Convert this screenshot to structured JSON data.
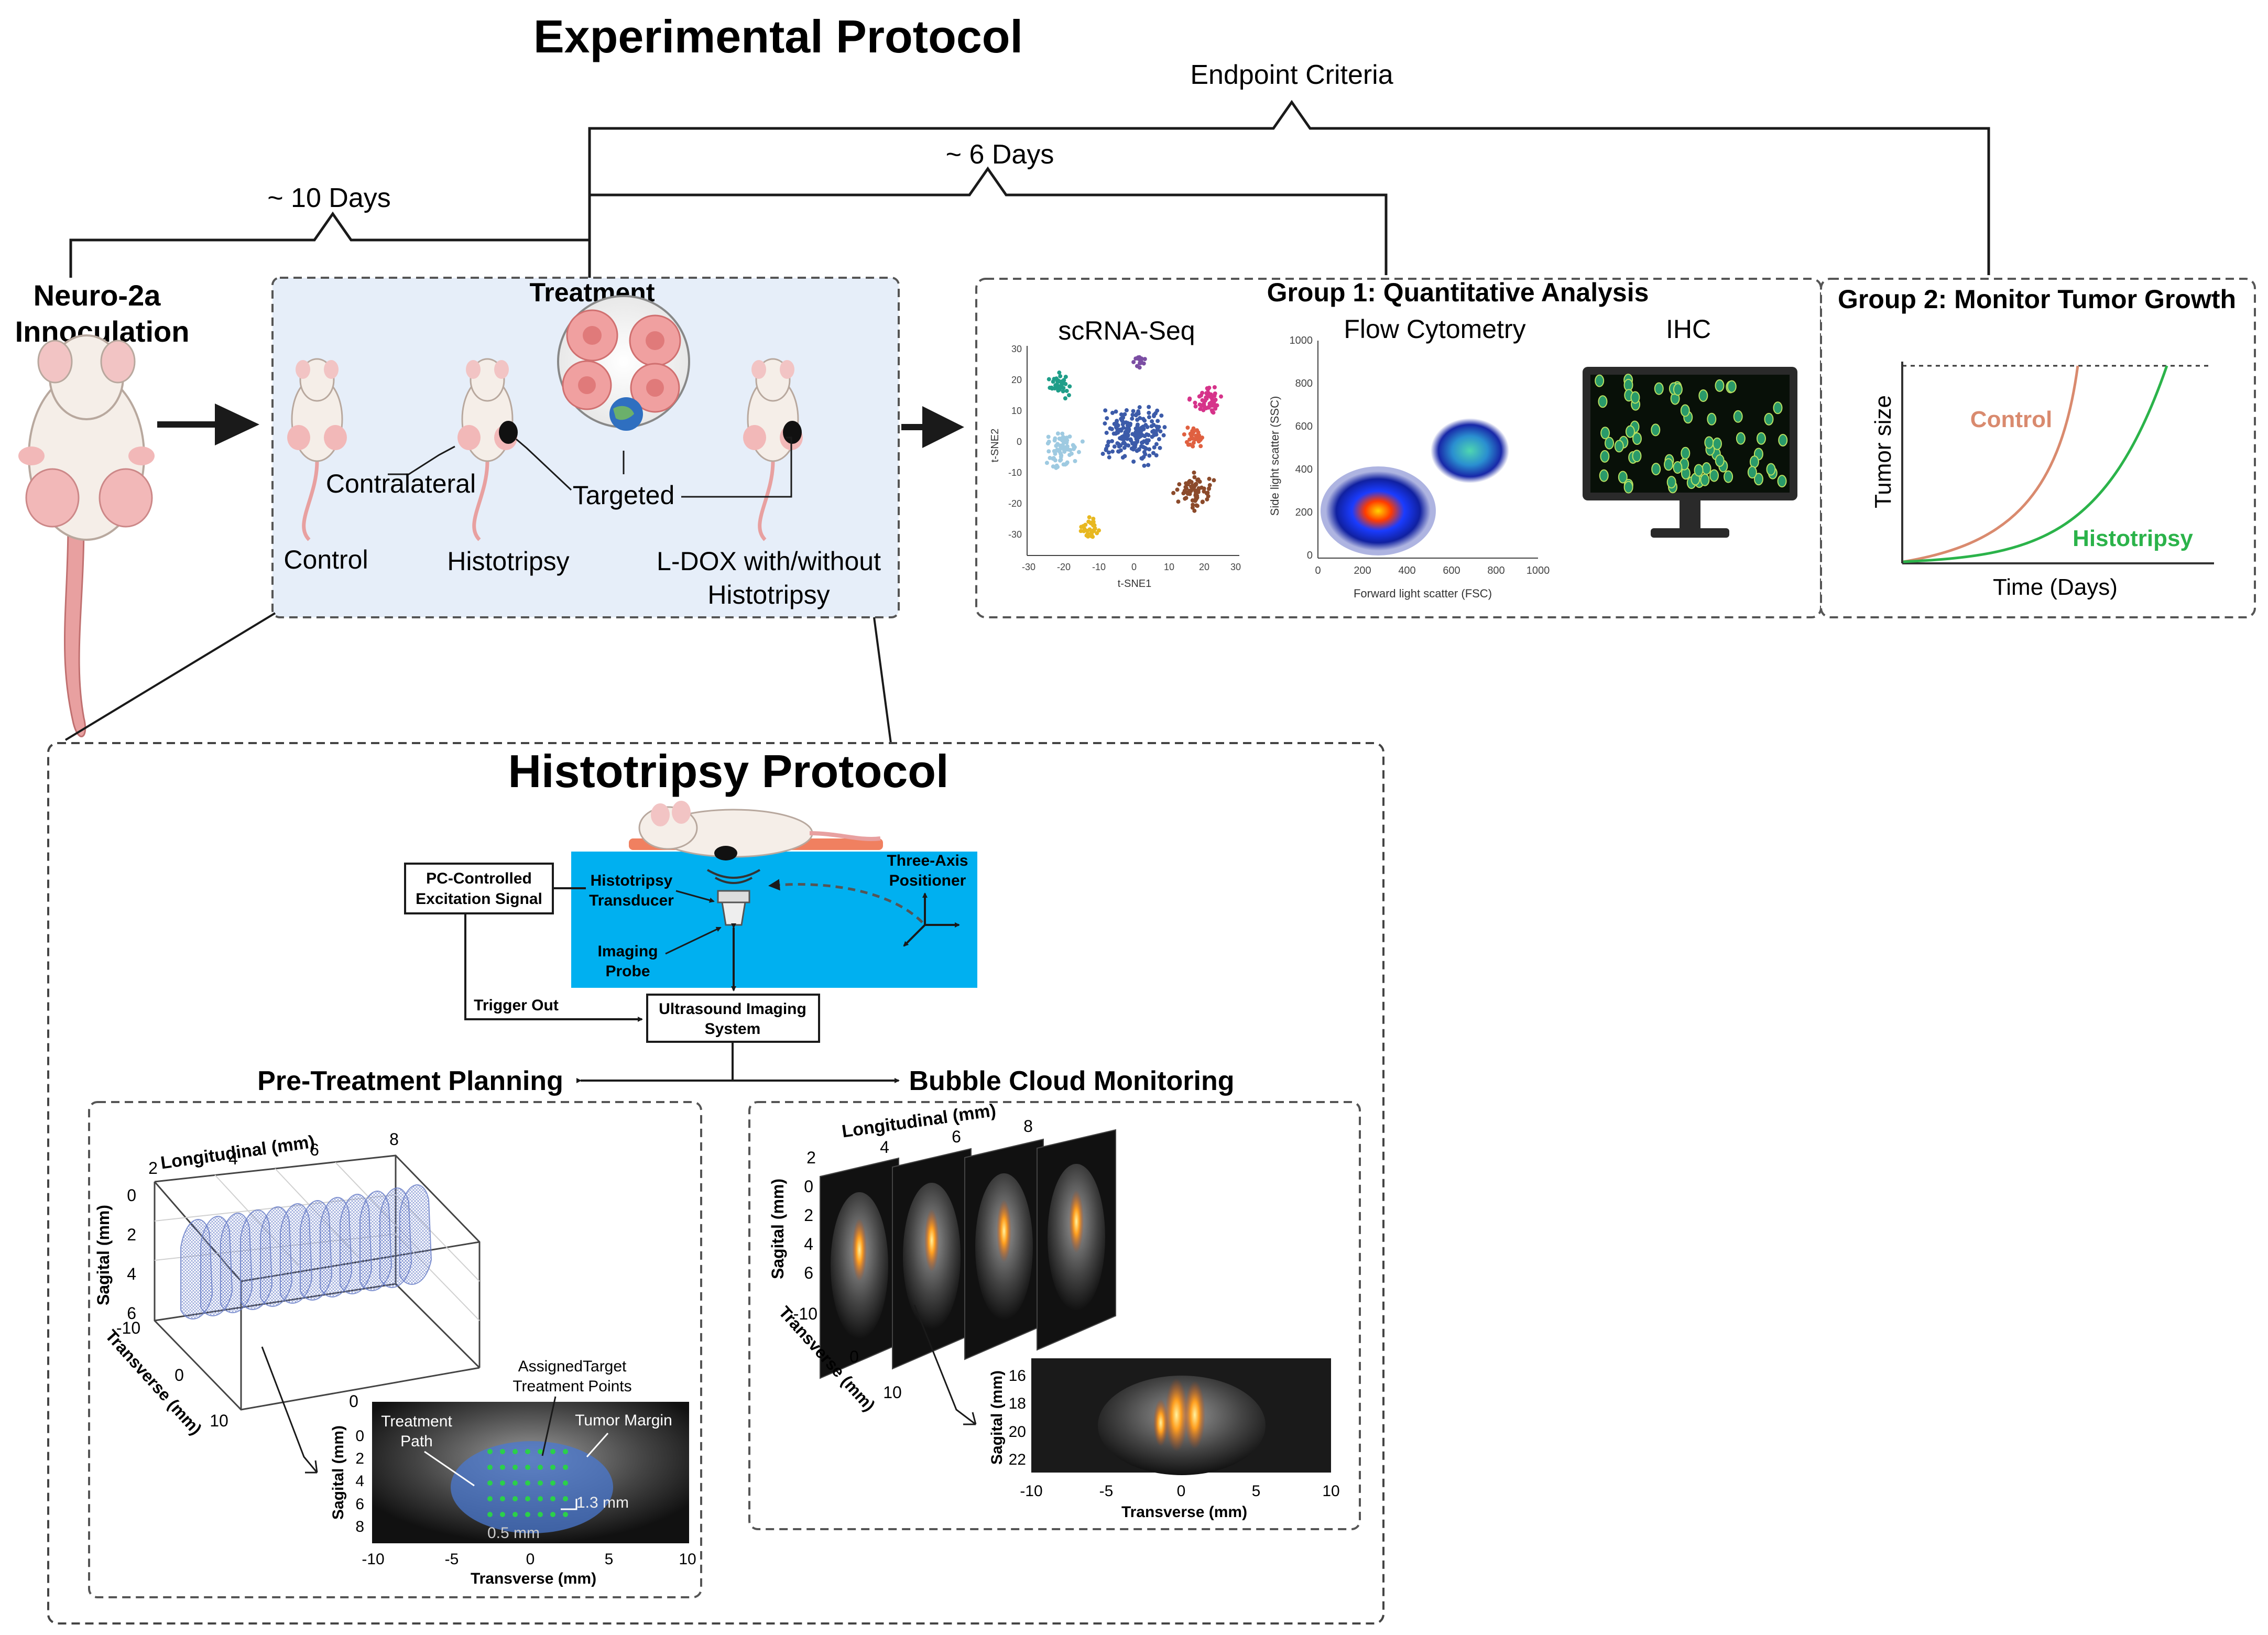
{
  "title": "Experimental Protocol",
  "timeline": {
    "endpoint": "Endpoint Criteria",
    "six_days": "~ 6 Days",
    "ten_days": "~ 10 Days"
  },
  "inoculation": {
    "line1": "Neuro-2a",
    "line2": "Innoculation"
  },
  "treatment": {
    "title": "Treatment",
    "contralateral": "Contralateral",
    "targeted": "Targeted",
    "control": "Control",
    "histotripsy": "Histotripsy",
    "ldox_line1": "L-DOX with/without",
    "ldox_line2": "Histotripsy"
  },
  "group1": {
    "title": "Group 1: Quantitative Analysis",
    "scrna": "scRNA-Seq",
    "flow": "Flow Cytometry",
    "ihc": "IHC",
    "tsne_x": "t-SNE1",
    "tsne_y": "t-SNE2",
    "tsne_xticks": [
      "-30",
      "-20",
      "-10",
      "0",
      "10",
      "20",
      "30"
    ],
    "tsne_yticks": [
      "30",
      "20",
      "10",
      "0",
      "-10",
      "-20",
      "-30"
    ],
    "flow_x": "Forward light scatter (FSC)",
    "flow_y": "Side light scatter (SSC)",
    "flow_xticks": [
      "0",
      "200",
      "400",
      "600",
      "800",
      "1000"
    ],
    "flow_yticks": [
      "1000",
      "800",
      "600",
      "400",
      "200",
      "0"
    ]
  },
  "group2": {
    "title": "Group 2: Monitor Tumor Growth",
    "ylabel": "Tumor size",
    "xlabel": "Time (Days)",
    "control": "Control",
    "histotripsy": "Histotripsy",
    "colors": {
      "control": "#d98a6e",
      "histotripsy": "#2bb34a"
    }
  },
  "histo": {
    "title": "Histotripsy Protocol",
    "pc_line1": "PC-Controlled",
    "pc_line2": "Excitation Signal",
    "transducer_line1": "Histotripsy",
    "transducer_line2": "Transducer",
    "positioner_line1": "Three-Axis",
    "positioner_line2": "Positioner",
    "probe_line1": "Imaging",
    "probe_line2": "Probe",
    "trigger": "Trigger Out",
    "us_line1": "Ultrasound Imaging",
    "us_line2": "System",
    "pre": "Pre-Treatment Planning",
    "bubble": "Bubble Cloud Monitoring",
    "water_color": "#00b0f0"
  },
  "pre_plot": {
    "longitudinal": "Longitudinal (mm)",
    "long_ticks": [
      "2",
      "4",
      "6",
      "8"
    ],
    "sagital": "Sagital (mm)",
    "sag_ticks": [
      "0",
      "2",
      "4",
      "6"
    ],
    "transverse": "Transverse (mm)",
    "trans_ticks": [
      "-10",
      "0",
      "10"
    ],
    "assigned_line1": "AssignedTarget",
    "assigned_line2": "Treatment Points",
    "treatment_line1": "Treatment",
    "treatment_line2": "Path",
    "tumor_margin": "Tumor Margin",
    "dim_13": "1.3 mm",
    "dim_05": "0.5 mm",
    "inset_sag_ticks": [
      "0",
      "2",
      "4",
      "6",
      "8"
    ],
    "inset_x_ticks": [
      "-10",
      "-5",
      "0",
      "5",
      "10"
    ],
    "inset_xlabel": "Transverse (mm)",
    "inset_ylabel": "Sagital (mm)"
  },
  "bubble_plot": {
    "longitudinal": "Longitudinal (mm)",
    "long_ticks": [
      "2",
      "4",
      "6",
      "8"
    ],
    "sagital": "Sagital (mm)",
    "sag_ticks": [
      "0",
      "2",
      "4",
      "6",
      "-10"
    ],
    "transverse": "Transverse (mm)",
    "trans_ticks": [
      "0",
      "10"
    ],
    "inset_sag_ticks": [
      "16",
      "18",
      "20",
      "22"
    ],
    "inset_x_ticks": [
      "-10",
      "-5",
      "0",
      "5",
      "10"
    ],
    "inset_xlabel": "Transverse (mm)",
    "inset_ylabel": "Sagital (mm)"
  }
}
